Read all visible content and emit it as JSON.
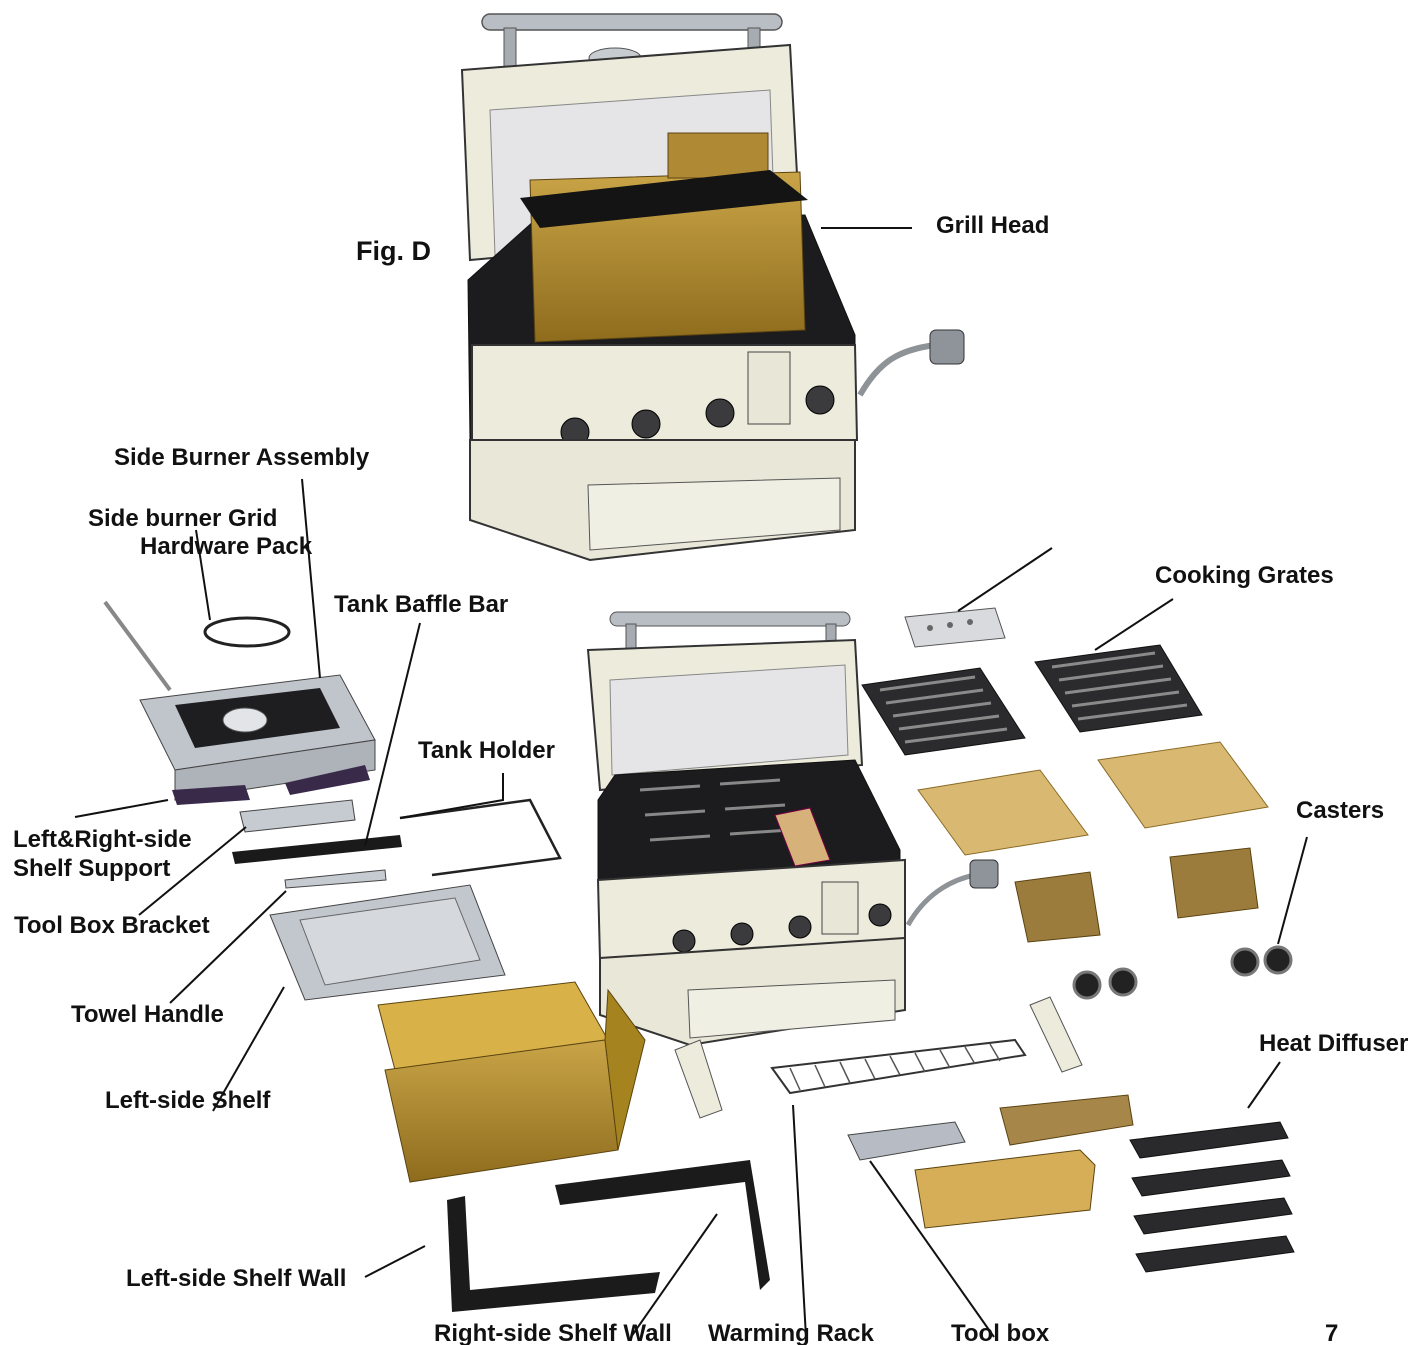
{
  "figure_label": "Fig. D",
  "page_number": "7",
  "labels": {
    "grill_head": "Grill Head",
    "side_burner_assembly": "Side Burner Assembly",
    "side_burner_grid": "Side burner Grid",
    "hardware_pack": "Hardware Pack",
    "tank_baffle_bar": "Tank Baffle Bar",
    "cooking_grates": "Cooking Grates",
    "tank_holder": "Tank Holder",
    "casters": "Casters",
    "shelf_support_line1": "Left&Right-side",
    "shelf_support_line2": "Shelf Support",
    "tool_box_bracket": "Tool Box Bracket",
    "towel_handle": "Towel Handle",
    "heat_diffuser": "Heat Diffuser",
    "left_side_shelf": "Left-side Shelf",
    "left_side_shelf_wall": "Left-side Shelf Wall",
    "right_side_shelf_wall": "Right-side Shelf Wall",
    "warming_rack": "Warming Rack",
    "tool_box": "Tool box"
  }
}
